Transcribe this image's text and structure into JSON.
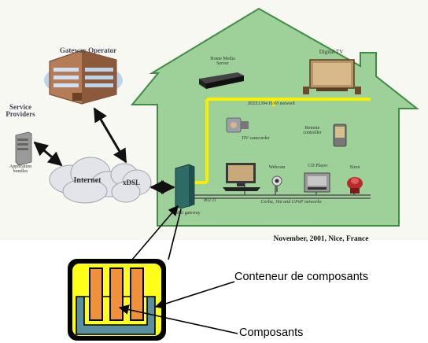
{
  "diagram": {
    "gateway_operator": "Gateway Operator",
    "service_providers": "Service\nProviders",
    "application_bundles": "Application\nbundles",
    "internet": "Internet",
    "xdsl": "xDSL",
    "home_media_server": "Home Media\nServer",
    "digital_tv": "Digital TV",
    "ieee1394_bus": "IEEE1394 HAVi network",
    "dv_camcorder": "DV camcorder",
    "remote_controller": "Remote\ncontroller",
    "webcam": "Webcam",
    "cd_player": "CD Player",
    "siren": "Siren",
    "wireless_lan": "802.11",
    "corba_bus": "Corba, Jini and UPnP networks",
    "osgi_gateway": "OSGi gateway",
    "caption": "November, 2001, Nice, France",
    "conteneur_label": "Conteneur de composants",
    "composants_label": "Composants"
  },
  "colors": {
    "house_fill": "#9ed19a",
    "house_stroke": "#3f8c43",
    "bus_yellow": "#f6f000",
    "container_yellow": "#ffff1a",
    "component_orange": "#f0913a",
    "tray_blue": "#5a8fa0",
    "background_panel": "#f8f8f3"
  },
  "icons": [
    "office-building-icon",
    "server-tower-icon",
    "cloud-icon",
    "media-server-icon",
    "tv-icon",
    "camcorder-icon",
    "pda-icon",
    "computer-icon",
    "webcam-icon",
    "cd-player-icon",
    "siren-icon",
    "gateway-box-icon"
  ]
}
